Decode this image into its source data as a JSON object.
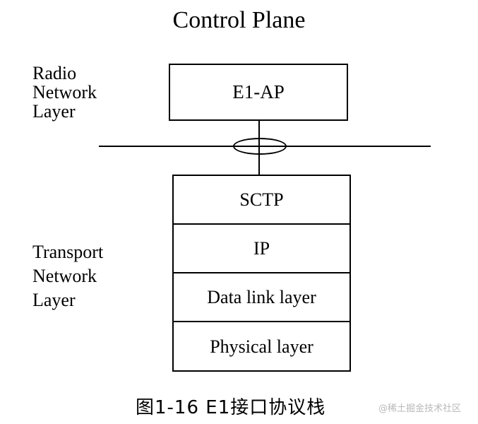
{
  "diagram": {
    "title": "Control Plane",
    "radio_layer_label": [
      "Radio",
      "Network",
      "Layer"
    ],
    "transport_layer_label": [
      "Transport",
      "Network",
      "Layer"
    ],
    "application_box": "E1-AP",
    "transport_stack": [
      "SCTP",
      "IP",
      "Data link layer",
      "Physical layer"
    ]
  },
  "caption": "图1-16  E1接口协议栈",
  "watermark": "@稀土掘金技术社区"
}
